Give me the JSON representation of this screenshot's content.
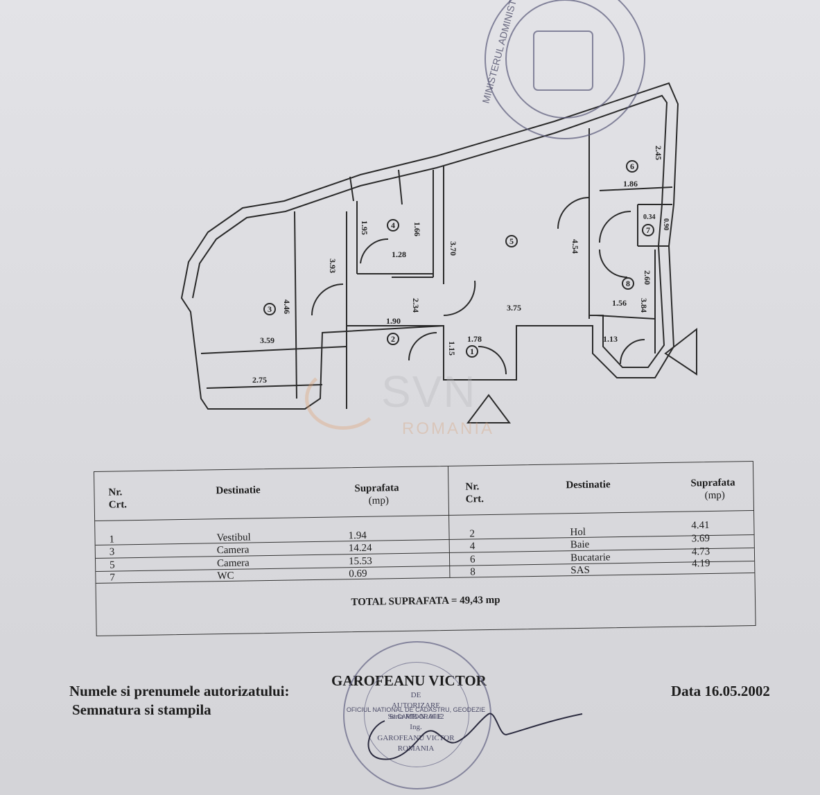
{
  "plan": {
    "dimensions": {
      "d_4_46": "4.46",
      "d_3_93": "3.93",
      "d_3_59": "3.59",
      "d_2_75": "2.75",
      "d_1_95": "1.95",
      "d_1_66": "1.66",
      "d_1_28": "1.28",
      "d_3_70": "3.70",
      "d_1_90": "1.90",
      "d_2_34": "2.34",
      "d_3_75": "3.75",
      "d_4_54": "4.54",
      "d_1_15": "1.15",
      "d_1_78": "1.78",
      "d_2_45": "2.45",
      "d_1_86": "1.86",
      "d_0_34": "0.34",
      "d_0_90": "0.90",
      "d_2_60": "2.60",
      "d_1_56": "1.56",
      "d_3_84": "3.84",
      "d_1_13": "1.13"
    },
    "room_numbers": [
      "1",
      "2",
      "3",
      "4",
      "5",
      "6",
      "7",
      "8"
    ]
  },
  "watermark": {
    "brand": "SVN",
    "sub": "ROMANIA"
  },
  "table": {
    "headers": {
      "nr_crt_left": "Nr.",
      "crt_left": "Crt.",
      "destinatie_left": "Destinatie",
      "suprafata_left": "Suprafata",
      "mp_left": "(mp)",
      "nr_crt_right": "Nr.",
      "crt_right": "Crt.",
      "destinatie_right": "Destinatie",
      "suprafata_right": "Suprafata",
      "mp_right": "(mp)"
    },
    "rows_left": [
      {
        "nr": "1",
        "dest": "Vestibul",
        "sup": "1.94"
      },
      {
        "nr": "3",
        "dest": "Camera",
        "sup": "14.24"
      },
      {
        "nr": "5",
        "dest": "Camera",
        "sup": "15.53"
      },
      {
        "nr": "7",
        "dest": "WC",
        "sup": "0.69"
      }
    ],
    "rows_right": [
      {
        "nr": "2",
        "dest": "Hol",
        "sup": "4.41"
      },
      {
        "nr": "4",
        "dest": "Baie",
        "sup": "3.69"
      },
      {
        "nr": "6",
        "dest": "Bucatarie",
        "sup": "4.73"
      },
      {
        "nr": "8",
        "dest": "SAS",
        "sup": "4.19"
      }
    ],
    "total": "TOTAL SUPRAFATA = 49,43 mp"
  },
  "footer": {
    "name_label": "Numele si prenumele autorizatului:",
    "name_value": "GAROFEANU VICTOR",
    "sign_label": "Semnatura si stampila",
    "date": "Data 16.05.2002"
  },
  "stamps": {
    "top_seal": "MINISTERUL ADMINISTRATIEI PUBLICE",
    "bottom_seal": "OFICIUL NATIONAL DE CADASTRU, GEODEZIE SI CARTOGRAFIE",
    "bottom_seal_lines": [
      "DE",
      "AUTORIZARE",
      "Seria MB-N. 0112",
      "Ing.",
      "GAROFEANU VICTOR",
      "ROMANIA"
    ]
  }
}
